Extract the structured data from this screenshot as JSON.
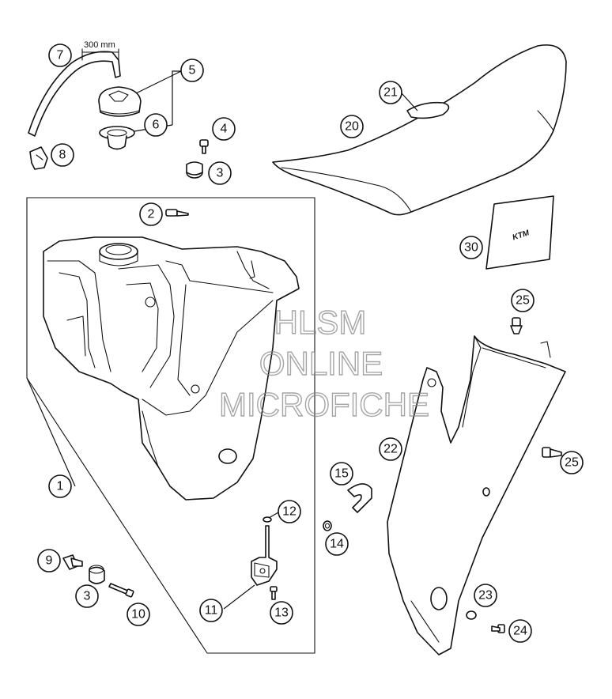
{
  "hose_length_label": "300 mm",
  "callouts": [
    {
      "id": "c1",
      "label": "1"
    },
    {
      "id": "c2",
      "label": "2"
    },
    {
      "id": "c3a",
      "label": "3"
    },
    {
      "id": "c3b",
      "label": "3"
    },
    {
      "id": "c4",
      "label": "4"
    },
    {
      "id": "c5",
      "label": "5"
    },
    {
      "id": "c6",
      "label": "6"
    },
    {
      "id": "c7",
      "label": "7"
    },
    {
      "id": "c8",
      "label": "8"
    },
    {
      "id": "c9",
      "label": "9"
    },
    {
      "id": "c10",
      "label": "10"
    },
    {
      "id": "c11",
      "label": "11"
    },
    {
      "id": "c12",
      "label": "12"
    },
    {
      "id": "c13",
      "label": "13"
    },
    {
      "id": "c14",
      "label": "14"
    },
    {
      "id": "c15",
      "label": "15"
    },
    {
      "id": "c20",
      "label": "20"
    },
    {
      "id": "c21",
      "label": "21"
    },
    {
      "id": "c22",
      "label": "22"
    },
    {
      "id": "c23",
      "label": "23"
    },
    {
      "id": "c24",
      "label": "24"
    },
    {
      "id": "c25a",
      "label": "25"
    },
    {
      "id": "c25b",
      "label": "25"
    },
    {
      "id": "c30",
      "label": "30"
    }
  ],
  "decal_text": "KTM",
  "watermark": {
    "line1": "HLSM",
    "line2": "ONLINE",
    "line3": "MICROFICHE"
  }
}
